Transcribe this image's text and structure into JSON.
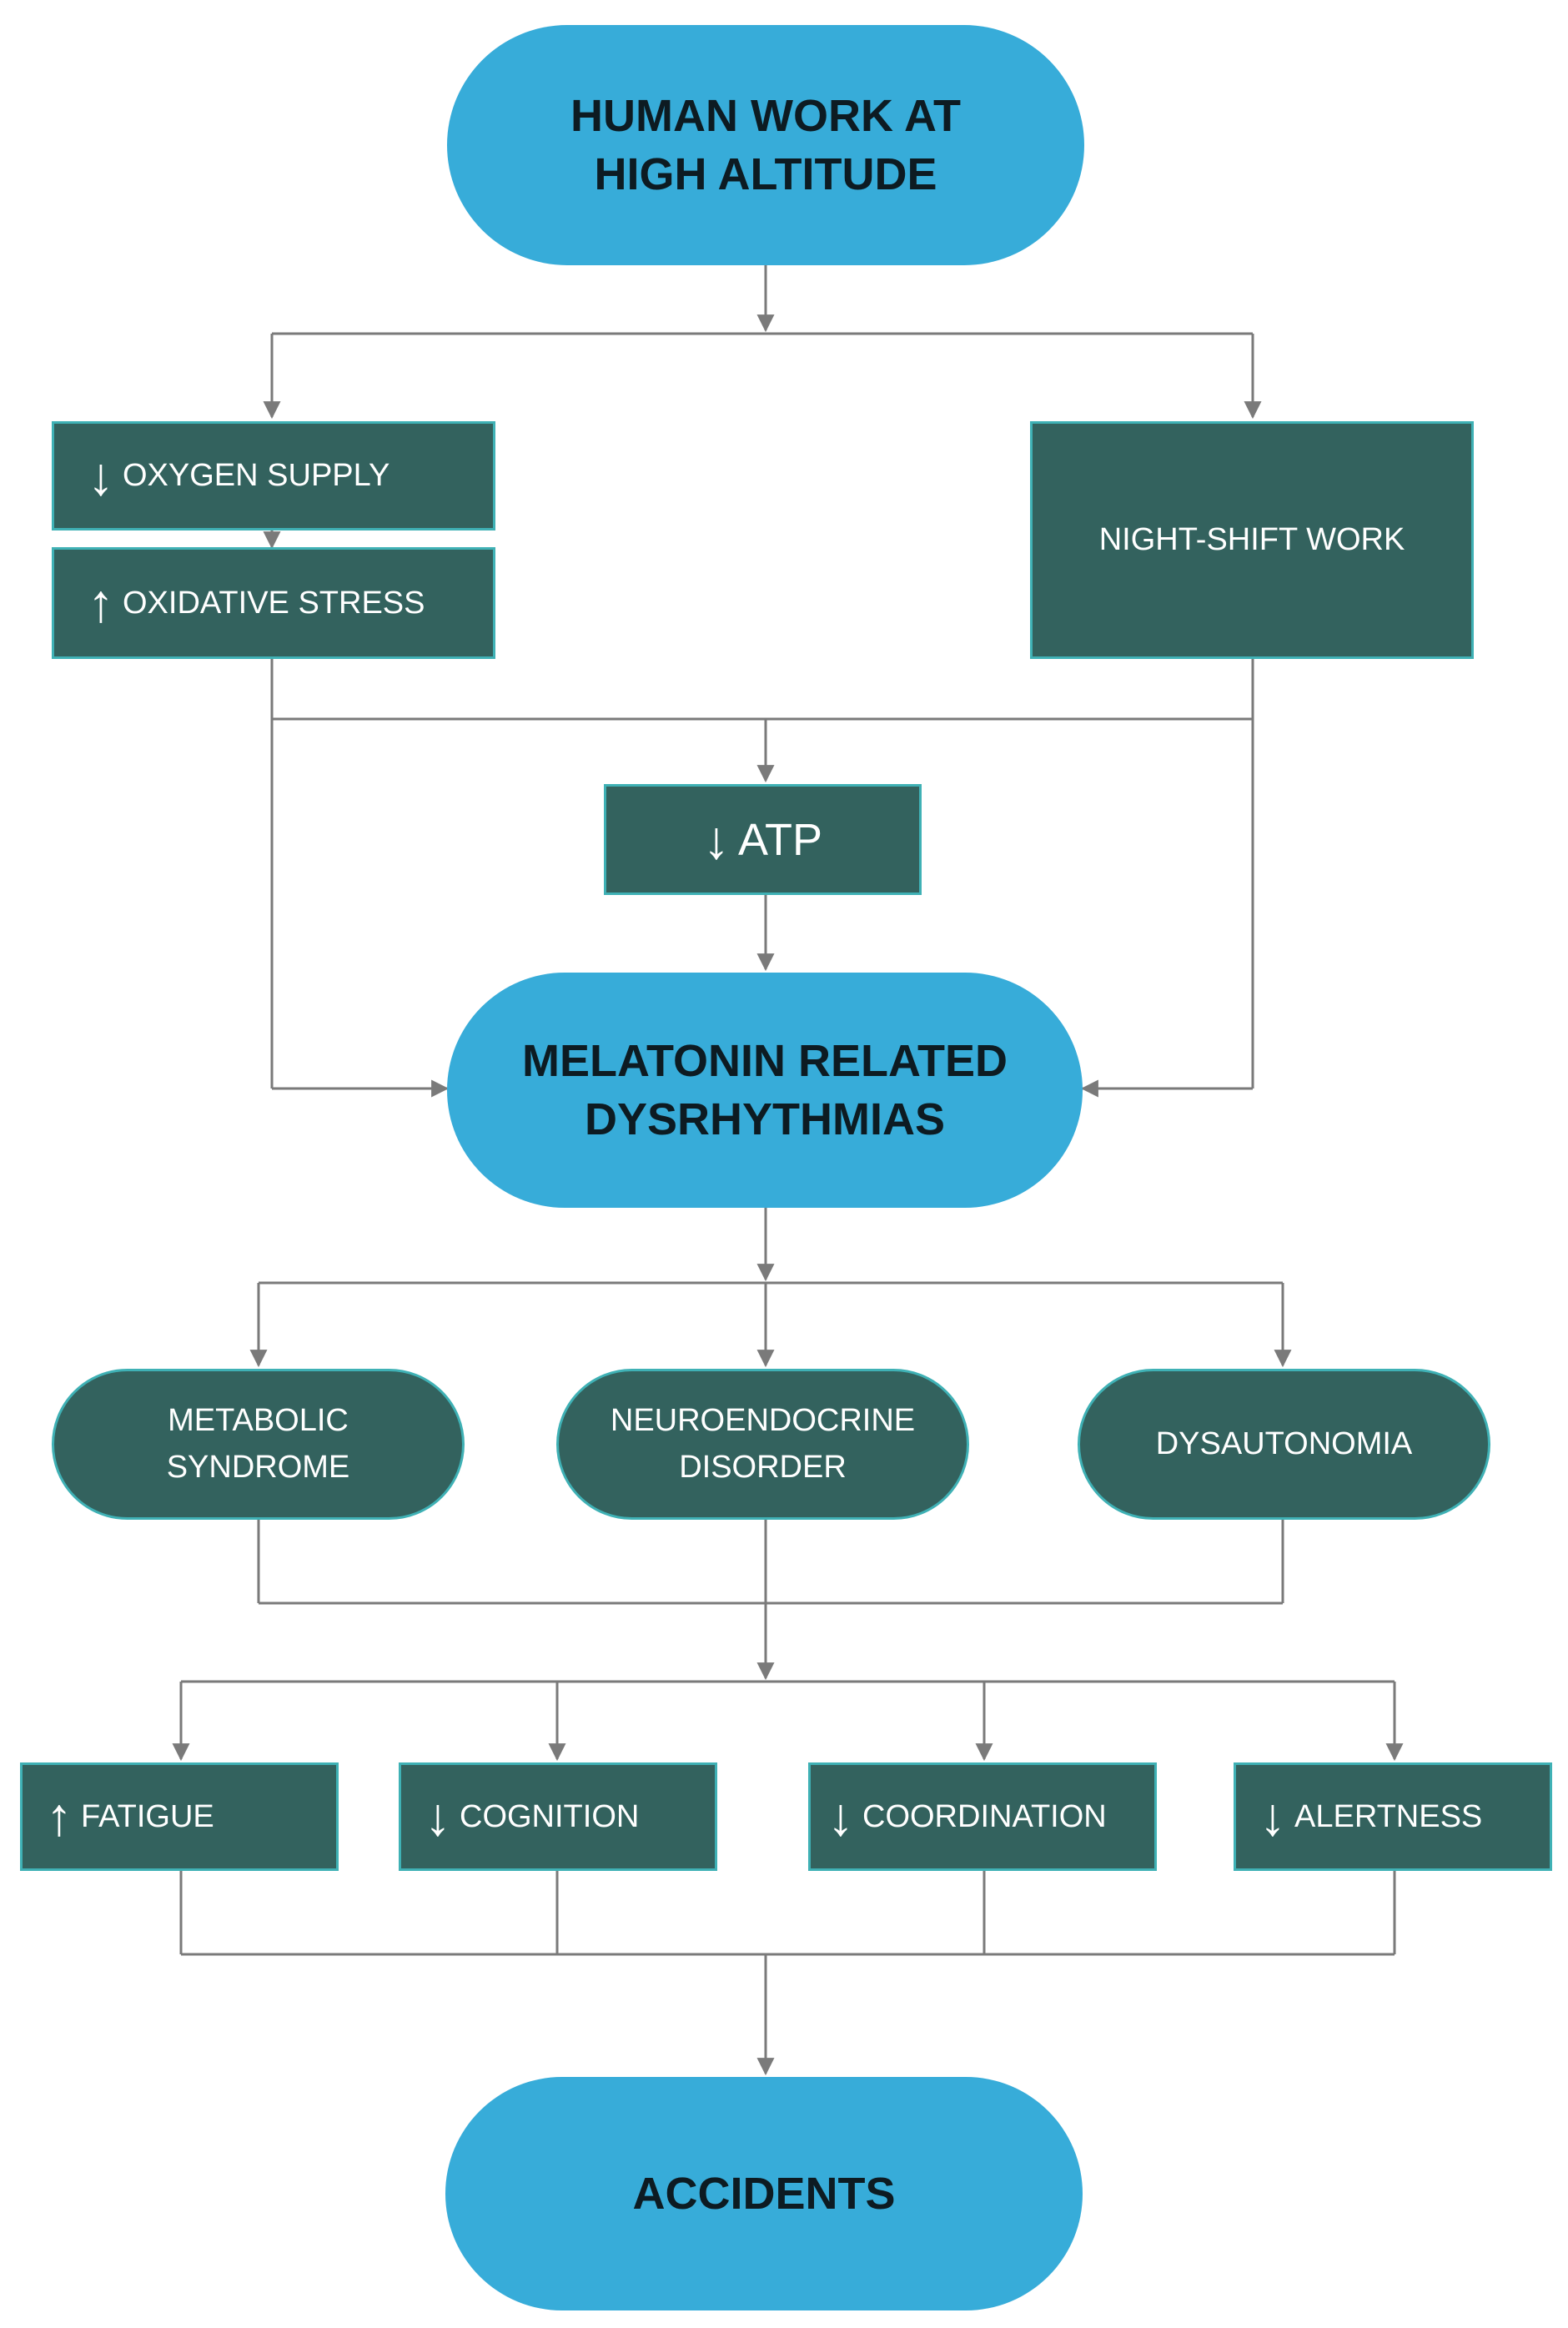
{
  "nodes": {
    "human_work": "HUMAN WORK AT\nHIGH ALTITUDE",
    "oxygen_supply": {
      "arrow": "↓",
      "label": "OXYGEN SUPPLY"
    },
    "oxidative_stress": {
      "arrow": "↑",
      "label": "OXIDATIVE STRESS"
    },
    "night_shift": "NIGHT-SHIFT WORK",
    "atp": {
      "arrow": "↓",
      "label": "ATP"
    },
    "melatonin": "MELATONIN RELATED\nDYSRHYTHMIAS",
    "metabolic": "METABOLIC\nSYNDROME",
    "neuroendocrine": "NEUROENDOCRINE\nDISORDER",
    "dysautonomia": "DYSAUTONOMIA",
    "fatigue": {
      "arrow": "↑",
      "label": "FATIGUE"
    },
    "cognition": {
      "arrow": "↓",
      "label": "COGNITION"
    },
    "coordination": {
      "arrow": "↓",
      "label": "COORDINATION"
    },
    "alertness": {
      "arrow": "↓",
      "label": "ALERTNESS"
    },
    "accidents": "ACCIDENTS"
  },
  "colors": {
    "pill_blue": "#37acd9",
    "box_dark": "#33625e",
    "box_border": "#3fb1b5",
    "connector": "#7a7a7a"
  }
}
